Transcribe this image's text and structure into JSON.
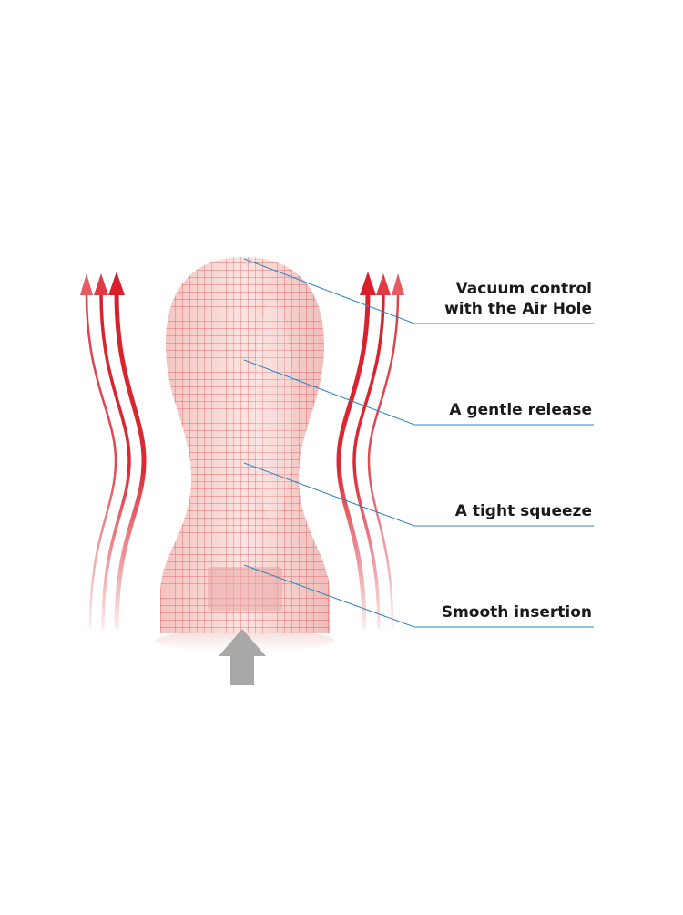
{
  "colors": {
    "background": "#ffffff",
    "flow_arrow": "#d81f2a",
    "grid_line": "#d73a3a",
    "body_fill": "#f6cfcc",
    "leader_line": "#2e86c1",
    "insert_arrow": "#a8a8a8",
    "label_text": "#1a1a1a"
  },
  "labels": [
    {
      "id": "air-hole",
      "lines": [
        "Vacuum control",
        "with the Air Hole"
      ]
    },
    {
      "id": "release",
      "lines": [
        "A gentle release"
      ]
    },
    {
      "id": "squeeze",
      "lines": [
        "A tight squeeze"
      ]
    },
    {
      "id": "insertion",
      "lines": [
        "Smooth insertion"
      ]
    }
  ],
  "icons": {
    "left_flow": "up-arrow-icon",
    "right_flow": "up-arrow-icon",
    "insert": "up-arrow-icon"
  }
}
